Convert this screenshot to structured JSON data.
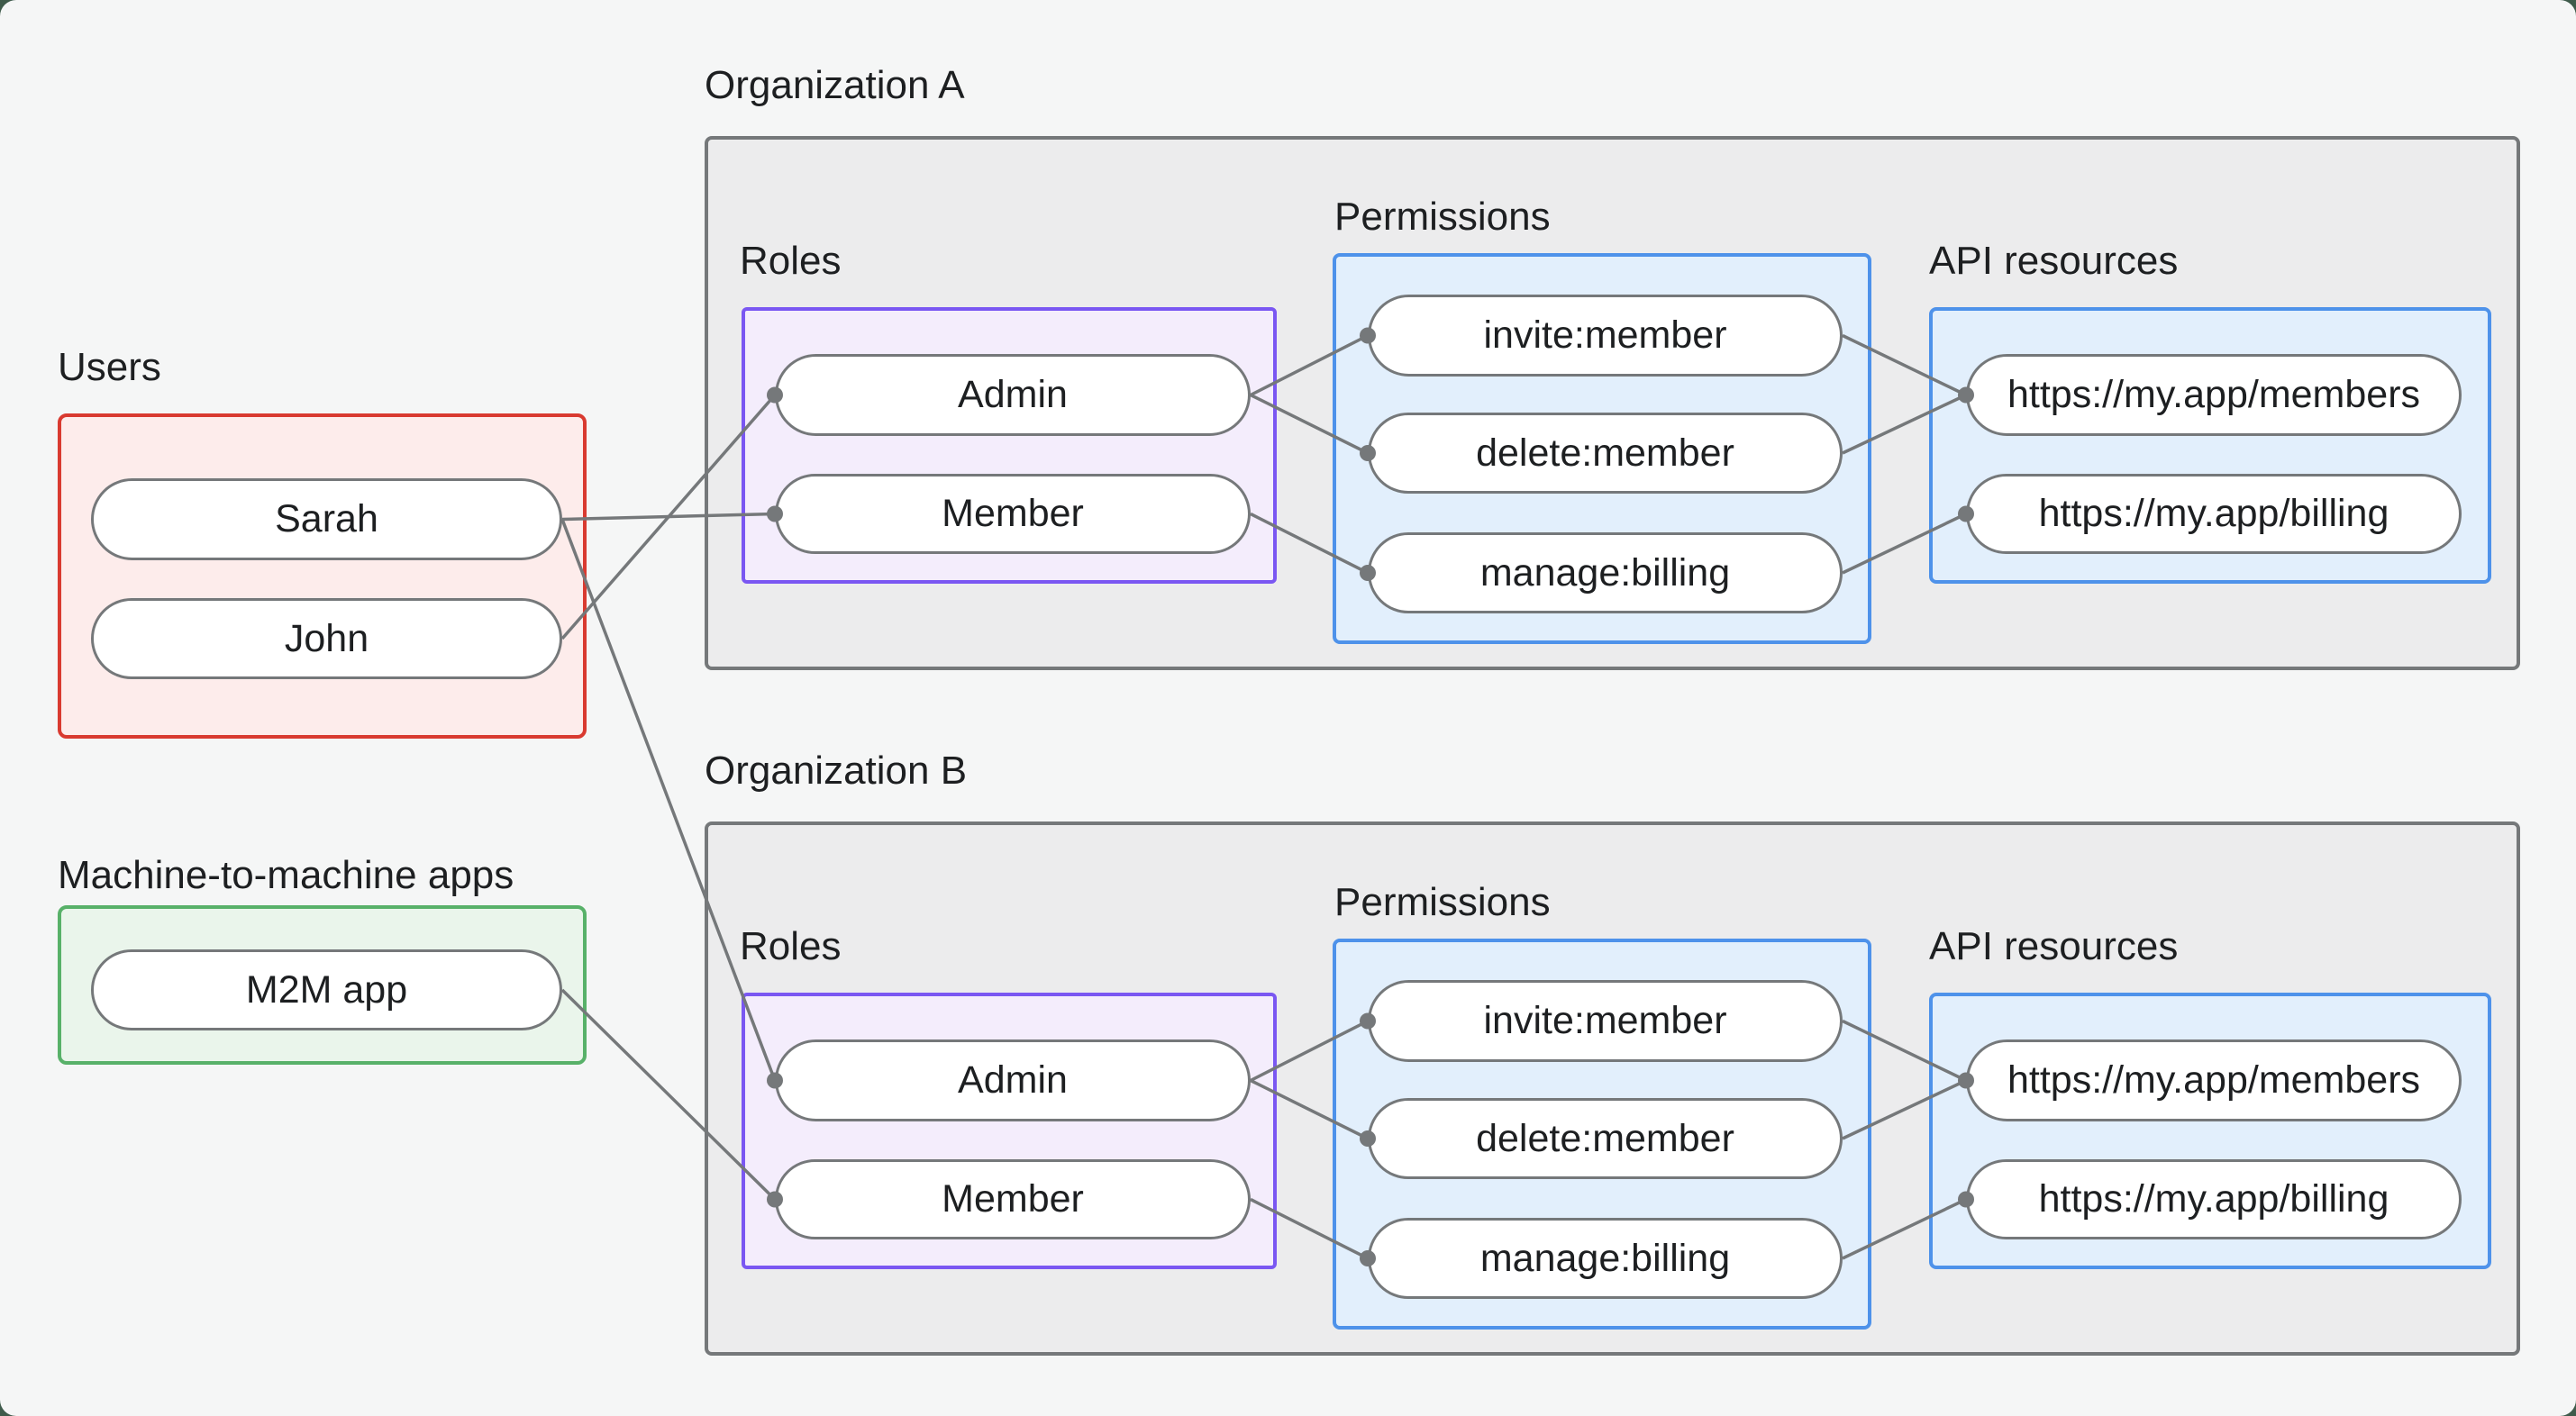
{
  "users": {
    "label": "Users",
    "items": [
      {
        "id": "sarah",
        "label": "Sarah"
      },
      {
        "id": "john",
        "label": "John"
      }
    ]
  },
  "m2m": {
    "label": "Machine-to-machine apps",
    "items": [
      {
        "id": "m2m",
        "label": "M2M app"
      }
    ]
  },
  "organizations": [
    {
      "label": "Organization A",
      "roles": {
        "label": "Roles",
        "items": [
          {
            "id": "a-admin",
            "label": "Admin"
          },
          {
            "id": "a-member",
            "label": "Member"
          }
        ]
      },
      "permissions": {
        "label": "Permissions",
        "items": [
          {
            "id": "a-invite",
            "label": "invite:member"
          },
          {
            "id": "a-delete",
            "label": "delete:member"
          },
          {
            "id": "a-manage",
            "label": "manage:billing"
          }
        ]
      },
      "api_resources": {
        "label": "API resources",
        "items": [
          {
            "id": "a-members",
            "label": "https://my.app/members"
          },
          {
            "id": "a-billing",
            "label": "https://my.app/billing"
          }
        ]
      }
    },
    {
      "label": "Organization B",
      "roles": {
        "label": "Roles",
        "items": [
          {
            "id": "b-admin",
            "label": "Admin"
          },
          {
            "id": "b-member",
            "label": "Member"
          }
        ]
      },
      "permissions": {
        "label": "Permissions",
        "items": [
          {
            "id": "b-invite",
            "label": "invite:member"
          },
          {
            "id": "b-delete",
            "label": "delete:member"
          },
          {
            "id": "b-manage",
            "label": "manage:billing"
          }
        ]
      },
      "api_resources": {
        "label": "API resources",
        "items": [
          {
            "id": "b-members",
            "label": "https://my.app/members"
          },
          {
            "id": "b-billing",
            "label": "https://my.app/billing"
          }
        ]
      }
    }
  ],
  "edges": [
    {
      "from": "sarah",
      "to": "a-member"
    },
    {
      "from": "john",
      "to": "a-admin"
    },
    {
      "from": "sarah",
      "to": "b-admin"
    },
    {
      "from": "m2m",
      "to": "b-member"
    },
    {
      "from": "a-admin",
      "to": "a-invite"
    },
    {
      "from": "a-admin",
      "to": "a-delete"
    },
    {
      "from": "a-member",
      "to": "a-manage"
    },
    {
      "from": "a-invite",
      "to": "a-members"
    },
    {
      "from": "a-delete",
      "to": "a-members"
    },
    {
      "from": "a-manage",
      "to": "a-billing"
    },
    {
      "from": "b-admin",
      "to": "b-invite"
    },
    {
      "from": "b-admin",
      "to": "b-delete"
    },
    {
      "from": "b-member",
      "to": "b-manage"
    },
    {
      "from": "b-invite",
      "to": "b-members"
    },
    {
      "from": "b-delete",
      "to": "b-members"
    },
    {
      "from": "b-manage",
      "to": "b-billing"
    }
  ],
  "colors": {
    "outer_bg": "#3f5b4b",
    "canvas_bg": "#f5f6f6",
    "container_bg": "#ececed",
    "container_border": "#75787a",
    "users_border": "#d93a30",
    "users_bg": "#fdeceb",
    "m2m_border": "#58b169",
    "m2m_bg": "#eaf5eb",
    "roles_border": "#7a57f2",
    "roles_bg": "#f4edfc",
    "permissions_border": "#4e92ea",
    "permissions_bg": "#e2effc",
    "api_border": "#4e92ea",
    "api_bg": "#e2effc",
    "pill_border": "#75787a",
    "pill_bg": "#ffffff",
    "edge": "#75787a",
    "text": "#1d1f21"
  }
}
